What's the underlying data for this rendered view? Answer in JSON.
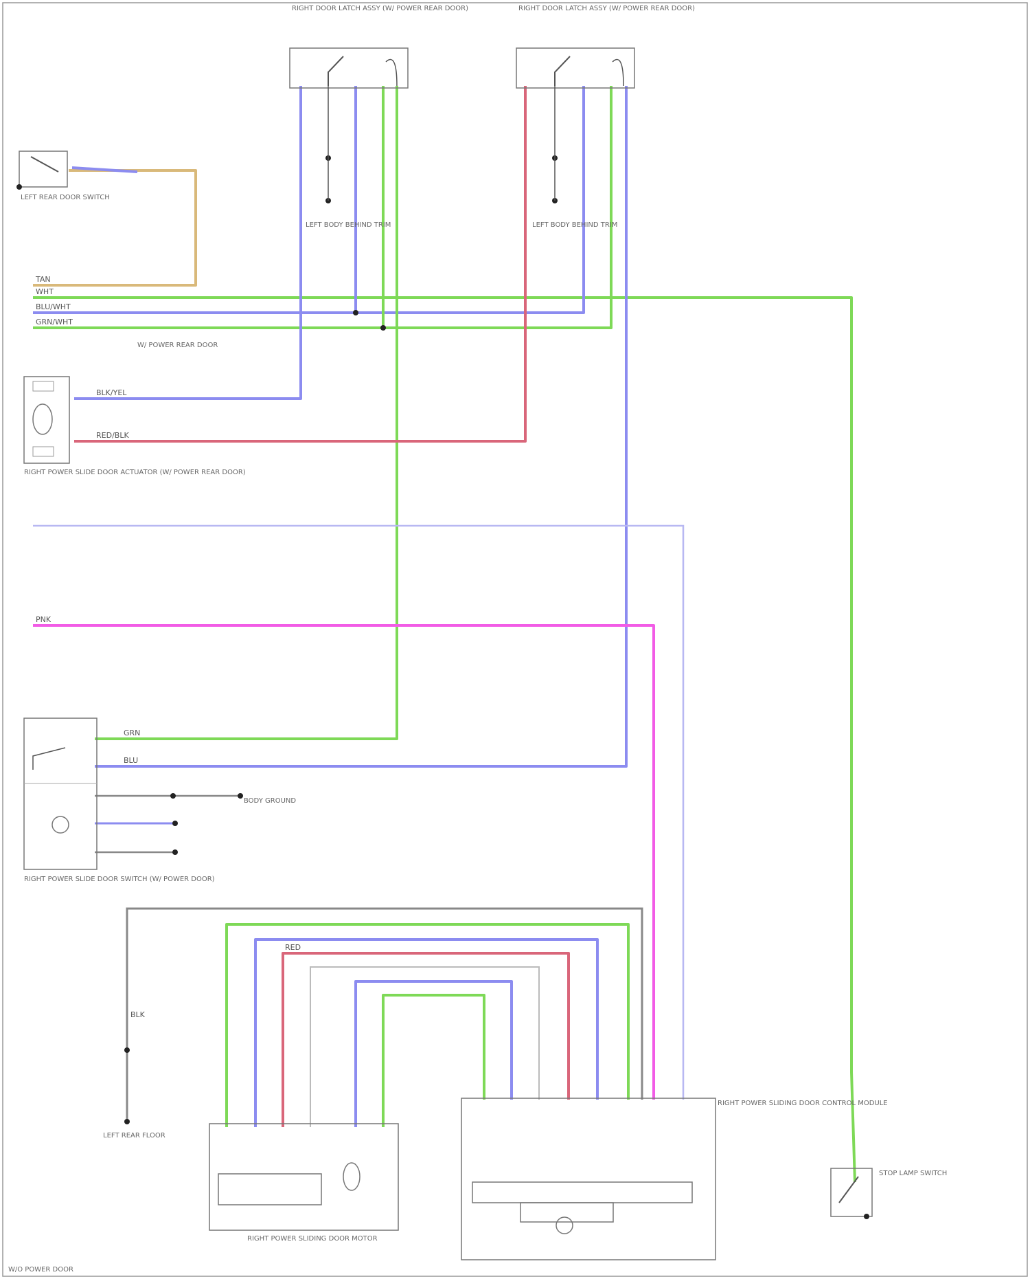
{
  "colors": {
    "green": "#7ed957",
    "blue": "#8c8cf0",
    "red": "#d9667a",
    "magenta": "#f25ce6",
    "tan": "#d9b97a",
    "grey": "#888888",
    "lightblue": "#b8b8f2",
    "frame": "#777777"
  },
  "components": {
    "left_switch": "LEFT REAR DOOR SWITCH",
    "right_rear_lock": "RIGHT POWER SLIDE DOOR ACTUATOR (W/ POWER REAR DOOR)",
    "power_slide_switch": "RIGHT POWER SLIDE DOOR SWITCH (W/ POWER DOOR)",
    "top_conn_a": "RIGHT DOOR LATCH ASSY (W/ POWER REAR DOOR)",
    "top_conn_b": "RIGHT DOOR LATCH ASSY (W/ POWER REAR DOOR)",
    "gnd_a": "LEFT BODY BEHIND TRIM",
    "gnd_b": "LEFT BODY BEHIND TRIM",
    "motor": "RIGHT POWER SLIDING DOOR MOTOR",
    "control_module": "RIGHT POWER SLIDING DOOR CONTROL MODULE",
    "brake_switch": "STOP LAMP SWITCH",
    "lower_ground": "LEFT REAR FLOOR",
    "shield_note": "W/ POWER REAR DOOR",
    "body_ground": "BODY GROUND"
  },
  "wire_labels": {
    "tan": "TAN",
    "wht": "WHT",
    "blu_wht": "BLU/WHT",
    "grn_wht": "GRN/WHT",
    "blk_yel": "BLK/YEL",
    "red_blk": "RED/BLK",
    "pnk": "PNK",
    "grn": "GRN",
    "blu": "BLU",
    "red": "RED",
    "blk": "BLK"
  },
  "footer": "W/O POWER DOOR"
}
